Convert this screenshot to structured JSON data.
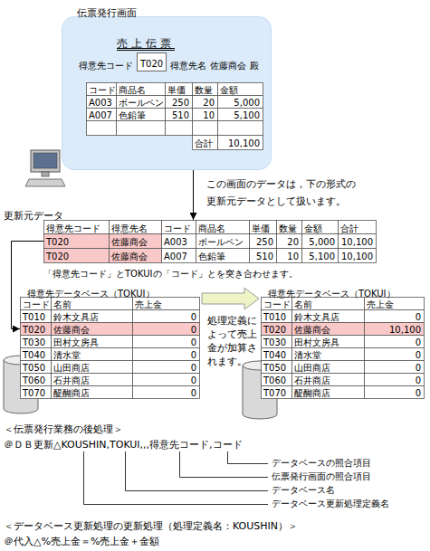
{
  "diagram": {
    "nodes": [
      {
        "text": [
          "伝票発行画面",
          "売上伝票",
          "得意先コード",
          "得意先名",
          "佐藤商会",
          "殿"
        ]
      },
      {
        "text": [
          "T020"
        ],
        "in": 0
      },
      {
        "text": [
          "更新元データ"
        ]
      },
      {
        "text": [
          "得意先データベース（TOKUI）"
        ]
      },
      {
        "text": [
          "得意先データベース（TOKUI）"
        ]
      }
    ],
    "edges": [
      {
        "from": 0,
        "to": 2,
        "arrow": "to",
        "label": "この画面のデータは，下の形式の 更新元データとして扱います。"
      },
      {
        "from": 2,
        "to": 3,
        "arrow": "to"
      },
      {
        "from": 3,
        "to": 4,
        "arrow": "to",
        "label": "処理定義によって売上金が加算されます。"
      }
    ],
    "labels": [
      "コード",
      "商品名",
      "単価",
      "数量",
      "金額",
      "A003",
      "ボールペン",
      "250",
      "20",
      "5,000",
      "A007",
      "色鉛筆",
      "510",
      "10",
      "5,100",
      "合計",
      "10,100",
      "得意先コード",
      "得意先名",
      "コード",
      "商品名",
      "単価",
      "数量",
      "金額",
      "合計",
      "T020",
      "佐藤商会",
      "A003",
      "ボールペン",
      "250",
      "20",
      "5,000",
      "10,100",
      "T020",
      "佐藤商会",
      "A007",
      "色鉛筆",
      "510",
      "10",
      "5,100",
      "10,100",
      "コード",
      "名前",
      "売上金",
      "T010",
      "鈴木文具店",
      "0",
      "T020",
      "佐藤商会",
      "0",
      "T030",
      "田村文房具",
      "0",
      "T040",
      "清水堂",
      "0",
      "T050",
      "山田商店",
      "0",
      "T060",
      "石井商店",
      "0",
      "T070",
      "醍醐商店",
      "0",
      "コード",
      "名前",
      "売上金",
      "T010",
      "鈴木文具店",
      "0",
      "T020",
      "佐藤商会",
      "10,100",
      "T030",
      "田村文房具",
      "0",
      "T040",
      "清水堂",
      "0",
      "T050",
      "山田商店",
      "0",
      "T060",
      "石井商店",
      "0",
      "T070",
      "醍醐商店",
      "0",
      "「得意先コード」とTOKUIの「コード」とを突き合わせます。",
      "＜伝票発行業務の後処理＞",
      "＠ＤＢ更新△KOUSHIN,TOKUI,,,得意先コード,コード",
      "データベースの照合項目",
      "伝票発行画面の照合項目",
      "データベース名",
      "データベース更新処理定義名",
      "＜データベース更新処理の更新処理（処理定義名：KOUSHIN）＞",
      "＠代入△%売上金＝%売上金＋金額"
    ]
  }
}
